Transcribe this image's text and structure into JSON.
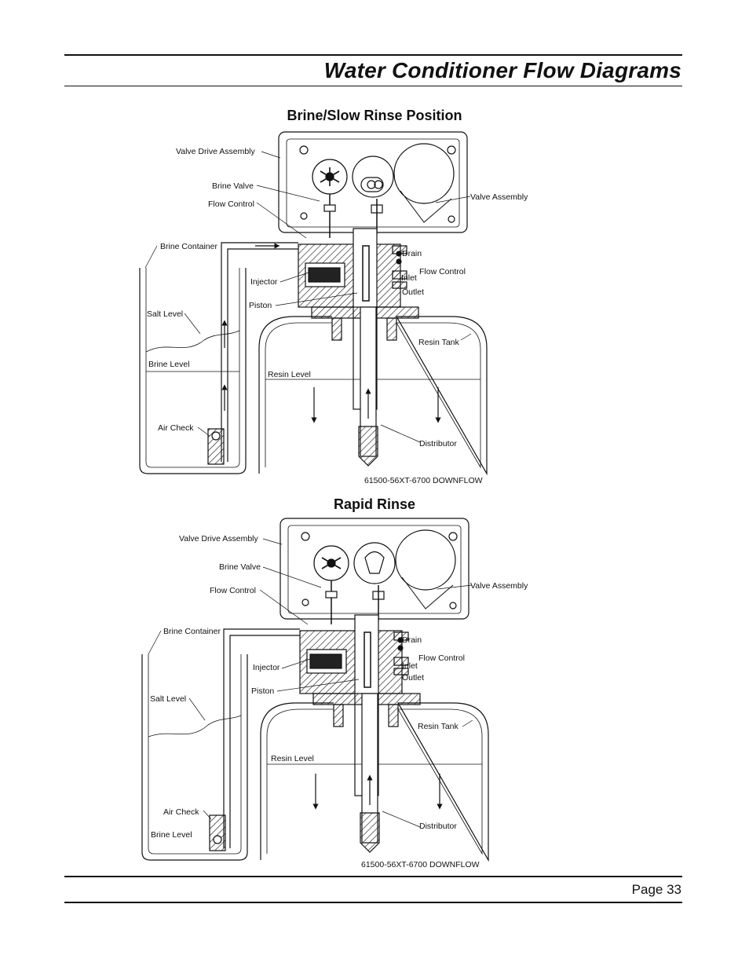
{
  "header": {
    "title": "Water Conditioner Flow Diagrams"
  },
  "footer": {
    "page": "Page 33"
  },
  "diagrams": [
    {
      "title": "Brine/Slow Rinse Position",
      "code": "61500-56XT-6700 DOWNFLOW",
      "labels": {
        "valve_drive_assembly": "Valve Drive Assembly",
        "brine_valve": "Brine Valve",
        "flow_control_left": "Flow Control",
        "brine_container": "Brine Container",
        "injector": "Injector",
        "piston": "Piston",
        "salt_level": "Salt Level",
        "brine_level": "Brine Level",
        "resin_level": "Resin Level",
        "air_check": "Air Check",
        "valve_assembly": "Valve Assembly",
        "drain": "Drain",
        "flow_control_right": "Flow Control",
        "inlet": "Inlet",
        "outlet": "Outlet",
        "resin_tank": "Resin Tank",
        "distributor": "Distributor"
      }
    },
    {
      "title": "Rapid Rinse",
      "code": "61500-56XT-6700 DOWNFLOW",
      "labels": {
        "valve_drive_assembly": "Valve Drive Assembly",
        "brine_valve": "Brine Valve",
        "flow_control_left": "Flow Control",
        "brine_container": "Brine Container",
        "injector": "Injector",
        "piston": "Piston",
        "salt_level": "Salt Level",
        "brine_level": "Brine Level",
        "resin_level": "Resin Level",
        "air_check": "Air Check",
        "valve_assembly": "Valve Assembly",
        "drain": "Drain",
        "flow_control_right": "Flow Control",
        "inlet": "Inlet",
        "outlet": "Outlet",
        "resin_tank": "Resin Tank",
        "distributor": "Distributor"
      }
    }
  ]
}
